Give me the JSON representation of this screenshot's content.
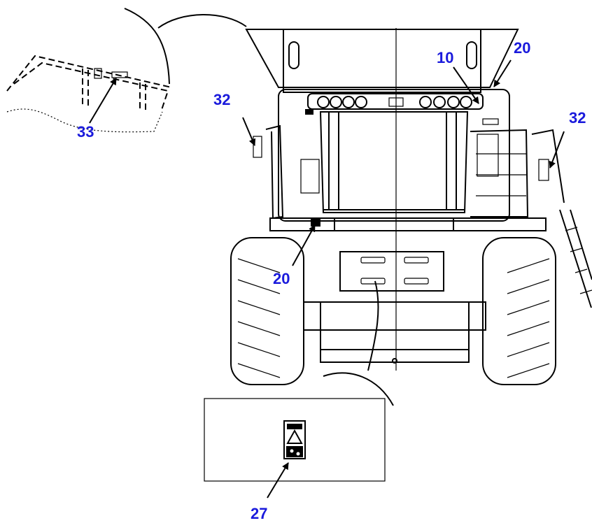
{
  "callouts": {
    "c10": "10",
    "c20_top": "20",
    "c20_bottom": "20",
    "c32_left": "32",
    "c32_right": "32",
    "c33": "33",
    "c27": "27"
  },
  "colors": {
    "callout": "#1a1adc",
    "line": "#000000",
    "background": "#ffffff"
  }
}
